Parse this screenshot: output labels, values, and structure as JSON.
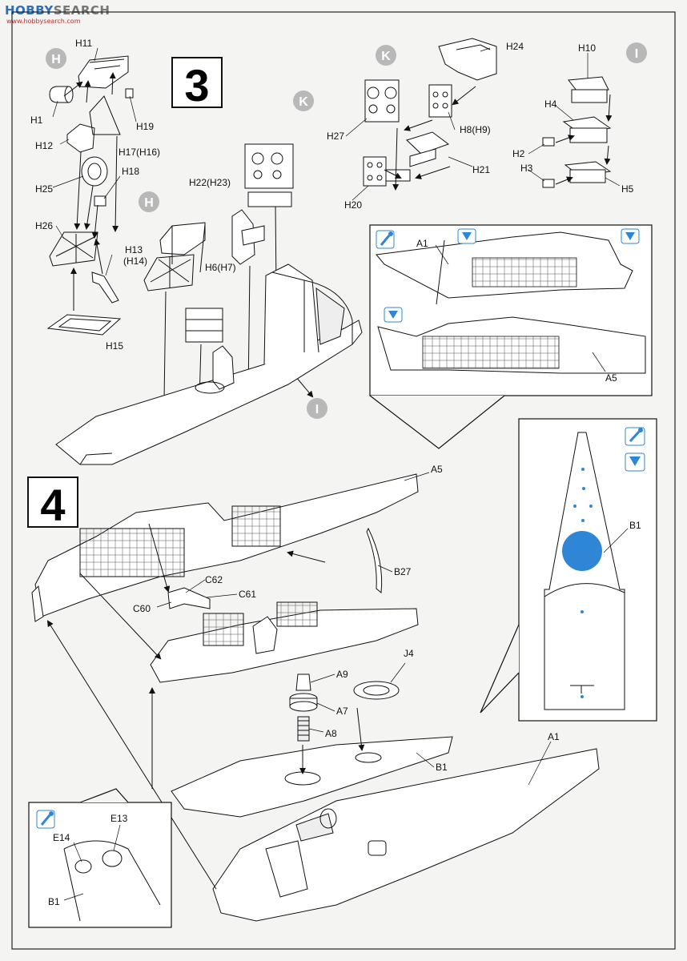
{
  "watermark": {
    "brand": "HOBBY",
    "brand2": "SEARCH",
    "url": "www.hobbysearch.com"
  },
  "steps": [
    {
      "number": "3"
    },
    {
      "number": "4"
    }
  ],
  "step3": {
    "sub_assembly_tags": {
      "h_left": "H",
      "h_mid": "H",
      "k_top": "K",
      "k_right": "K",
      "i_top": "I",
      "i_bottom": "I"
    },
    "labels": {
      "h11": "H11",
      "h1": "H1",
      "h19": "H19",
      "h12": "H12",
      "h17": "H17(H16)",
      "h18": "H18",
      "h25": "H25",
      "h26": "H26",
      "h13": "H13",
      "h14": "(H14)",
      "h15": "H15",
      "h22": "H22(H23)",
      "h6": "H6(H7)",
      "h24": "H24",
      "h27": "H27",
      "h8": "H8(H9)",
      "h21": "H21",
      "h20": "H20",
      "h10": "H10",
      "h4": "H4",
      "h2": "H2",
      "h3": "H3",
      "h5": "H5",
      "a1": "A1",
      "a5": "A5"
    }
  },
  "step4": {
    "labels": {
      "a5": "A5",
      "b1_inset": "B1",
      "b27": "B27",
      "c62": "C62",
      "c61": "C61",
      "c60": "C60",
      "a9": "A9",
      "a7": "A7",
      "a8": "A8",
      "j4": "J4",
      "b1": "B1",
      "a1": "A1",
      "e13": "E13",
      "e14": "E14",
      "b1_small": "B1"
    }
  },
  "colors": {
    "ink": "#111111",
    "tag_grey": "#b8b8b8",
    "paint_blue": "#2f86d6",
    "paper": "#f4f4f2"
  },
  "icons": [
    "paint-brush-icon",
    "glue-icon"
  ]
}
